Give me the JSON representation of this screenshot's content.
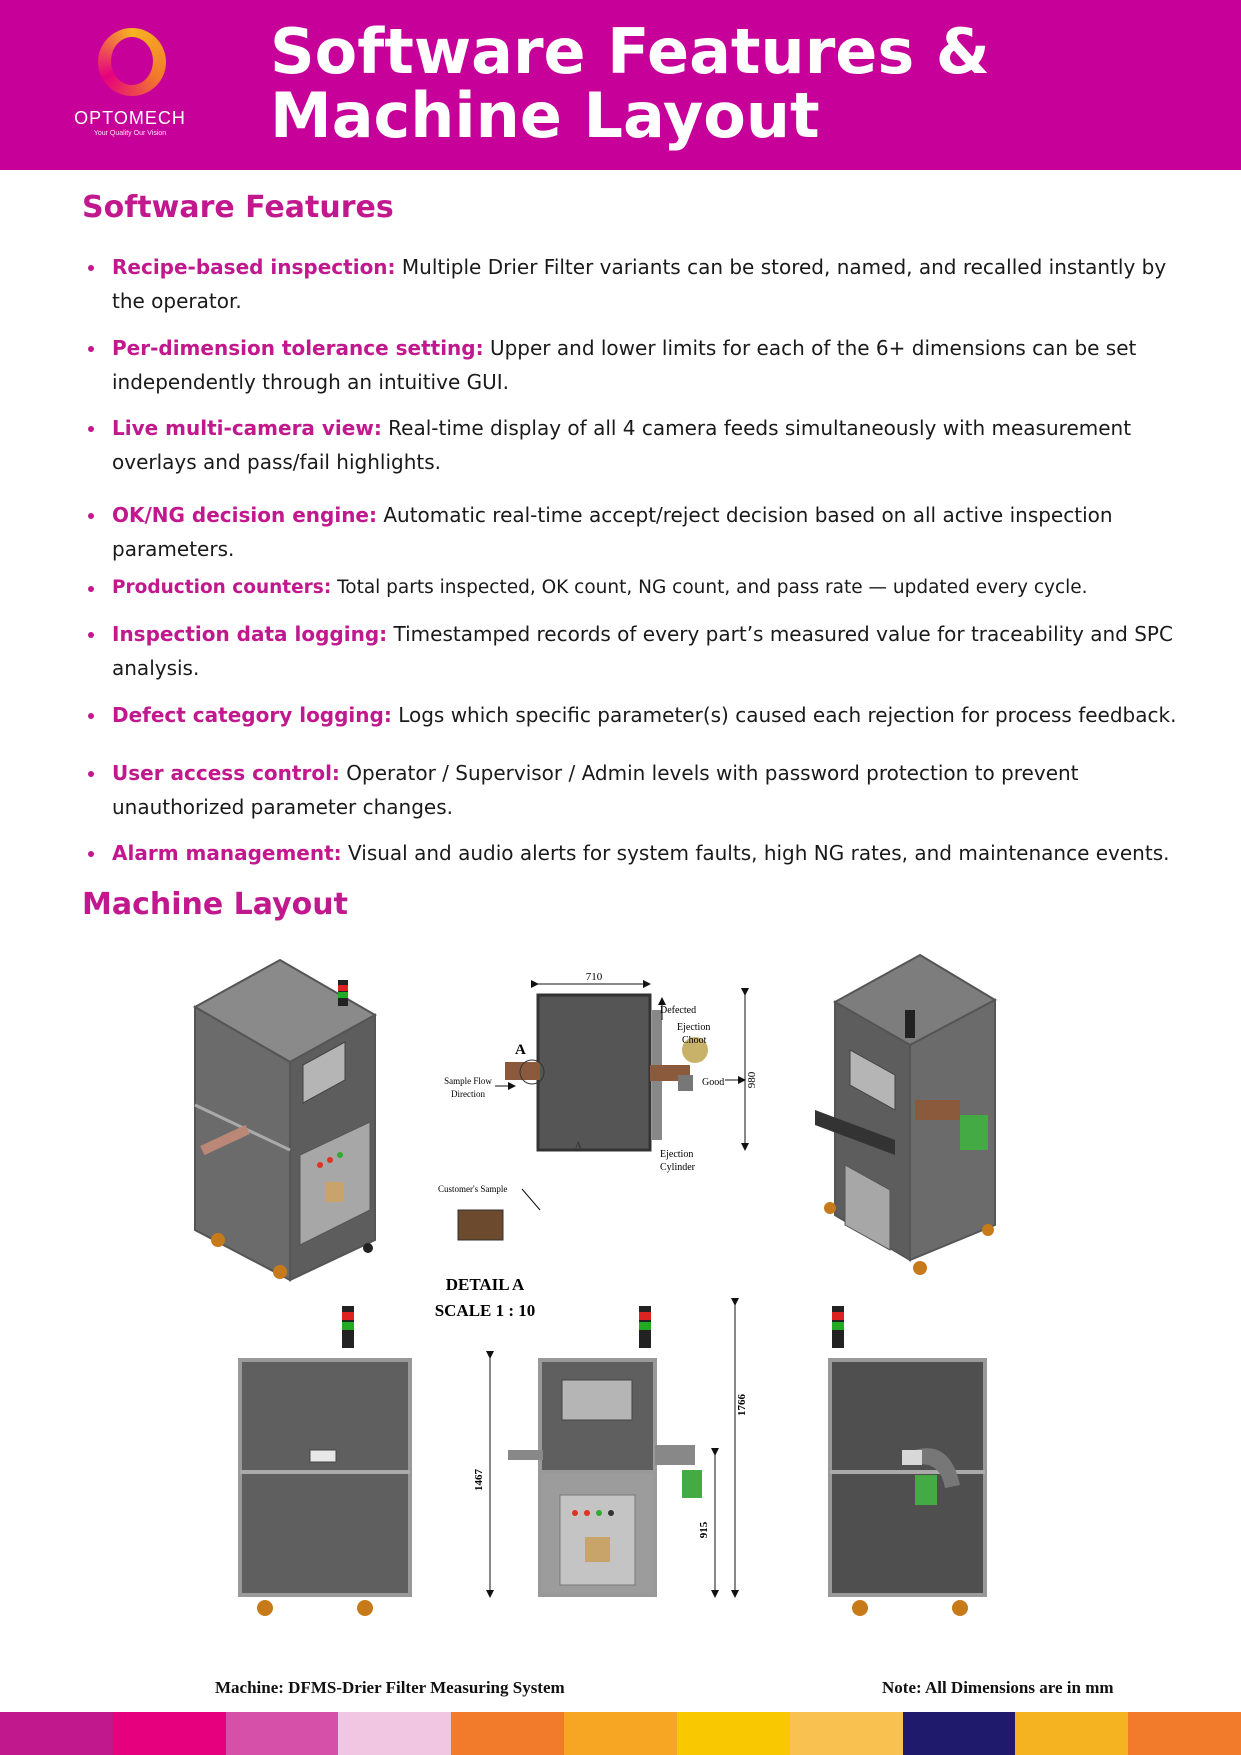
{
  "header": {
    "title": "Software Features & Machine Layout",
    "logo_name": "OPTOMECH",
    "logo_tagline": "Your Quality Our Vision"
  },
  "software_section": {
    "heading": "Software Features",
    "items": [
      {
        "term": "Recipe-based inspection:",
        "text": " Multiple Drier Filter variants can be stored, named, and recalled instantly by the operator."
      },
      {
        "term": "Per-dimension tolerance setting:",
        "text": " Upper and lower limits for each of the 6+ dimensions can be set independently through an intuitive GUI."
      },
      {
        "term": "Live multi-camera view:",
        "text": " Real-time display of all 4 camera feeds simultaneously with measurement overlays and pass/fail highlights."
      },
      {
        "term": "OK/NG decision engine:",
        "text": " Automatic real-time accept/reject decision based on all active inspection parameters."
      },
      {
        "term": "Production counters:",
        "text": " Total parts inspected, OK count, NG count, and pass rate — updated every cycle."
      },
      {
        "term": "Inspection data logging:",
        "text": " Timestamped records of every part’s measured value for traceability and SPC analysis."
      },
      {
        "term": "Defect category logging:",
        "text": " Logs which specific parameter(s) caused each rejection for process feedback."
      },
      {
        "term": "User access control:",
        "text": " Operator / Supervisor / Admin levels with password protection to prevent unauthorized parameter changes."
      },
      {
        "term": "Alarm management:",
        "text": " Visual and audio alerts for system faults, high NG rates, and maintenance events."
      }
    ]
  },
  "layout_section": {
    "heading": "Machine Layout",
    "drawing": {
      "dim_width": "710",
      "dim_depth": "980",
      "label_defected": "Defected",
      "label_ejection_choot_1": "Ejection",
      "label_ejection_choot_2": "Choot",
      "label_good": "Good",
      "label_sample_flow_1": "Sample Flow",
      "label_sample_flow_2": "Direction",
      "label_ejection_cyl_1": "Ejection",
      "label_ejection_cyl_2": "Cylinder",
      "label_customer_sample": "Customer's Sample",
      "label_a": "A",
      "detail_title": "DETAIL A",
      "detail_scale": "SCALE  1 : 10",
      "dim_height_total": "1766",
      "dim_height_table": "1467",
      "dim_height_lower": "915"
    },
    "caption_left": "Machine: DFMS-Drier Filter Measuring System",
    "caption_right": "Note: All Dimensions are in mm"
  },
  "colors": {
    "header_bg": "#c8009a",
    "accent": "#c2188e",
    "colorbar": [
      "#c2188e",
      "#e6007e",
      "#d64fa8",
      "#f1c6e2",
      "#f27a2b",
      "#f6a623",
      "#f9c800",
      "#f8c150",
      "#1f1a6b",
      "#f6b321",
      "#f27a2b"
    ]
  }
}
